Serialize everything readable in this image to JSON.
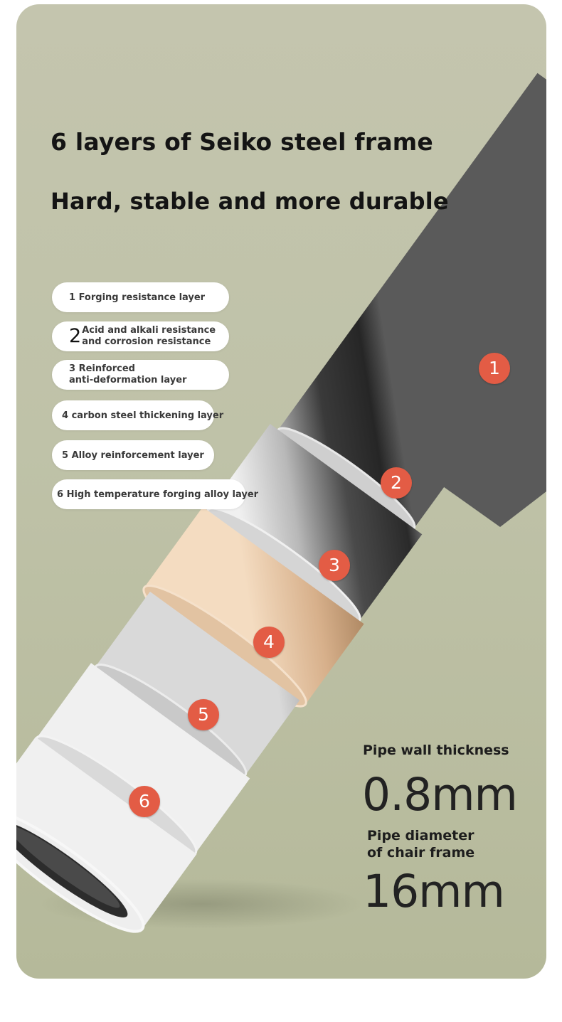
{
  "headline": {
    "title": "6 layers of Seiko steel frame",
    "subtitle": "Hard, stable and more durable"
  },
  "layers": [
    {
      "number": "",
      "text": "1 Forging resistance layer"
    },
    {
      "number": "2",
      "text": "Acid and alkali resistance\nand corrosion resistance"
    },
    {
      "number": "",
      "text": "3 Reinforced\nanti-deformation layer"
    },
    {
      "number": "",
      "text": "4 carbon steel thickening layer"
    },
    {
      "number": "",
      "text": "5 Alloy reinforcement layer"
    },
    {
      "number": "",
      "text": "6 High temperature forging alloy layer"
    }
  ],
  "badges": [
    "1",
    "2",
    "3",
    "4",
    "5",
    "6"
  ],
  "specs": {
    "wall_label": "Pipe wall thickness",
    "wall_value": "0.8mm",
    "diameter_label": "Pipe diameter\nof chair frame",
    "diameter_value": "16mm"
  },
  "colors": {
    "background": "#c4c5ae",
    "badge": "#e35c45",
    "copper_layer": "#c49c72",
    "steel": "#8a8a8a"
  }
}
